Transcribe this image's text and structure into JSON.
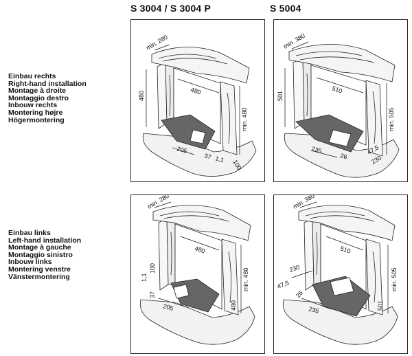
{
  "headers": {
    "left": "S 3004 / S 3004 P",
    "right": "S 5004"
  },
  "labels": {
    "right_install": [
      "Einbau rechts",
      "Right-hand installation",
      "Montage à droite",
      "Montaggio destro",
      "Inbouw rechts",
      "Montering højre",
      "Högermontering"
    ],
    "left_install": [
      "Einbau links",
      "Left-hand installation",
      "Montage à gauche",
      "Montaggio sinistro",
      "Inbouw links",
      "Montering venstre",
      "Vänstermontering"
    ]
  },
  "panels": {
    "s3004_right": {
      "min_depth": "min. 280",
      "height_left": "480",
      "width": "480",
      "height_right": "min. 480",
      "bottom_a": "205",
      "bottom_b": "37",
      "bottom_c": "1,1",
      "bottom_d": "100"
    },
    "s5004_right": {
      "min_depth": "min. 380",
      "height_left": "501",
      "width": "510",
      "height_right": "min. 505",
      "bottom_a": "235",
      "bottom_b": "26",
      "bottom_c": "47,5",
      "bottom_d": "230"
    },
    "s3004_left": {
      "min_depth": "min. 280",
      "side_a": "100",
      "side_b": "1,1",
      "side_c": "37",
      "width": "480",
      "bottom_a": "205",
      "height_right": "min. 480",
      "height_right2": "480"
    },
    "s5004_left": {
      "min_depth": "min. 380",
      "side_a": "230",
      "side_b": "47,5",
      "width": "510",
      "bottom_b": "26",
      "bottom_a": "235",
      "height_right": "min. 505",
      "height_right2": "501"
    }
  }
}
